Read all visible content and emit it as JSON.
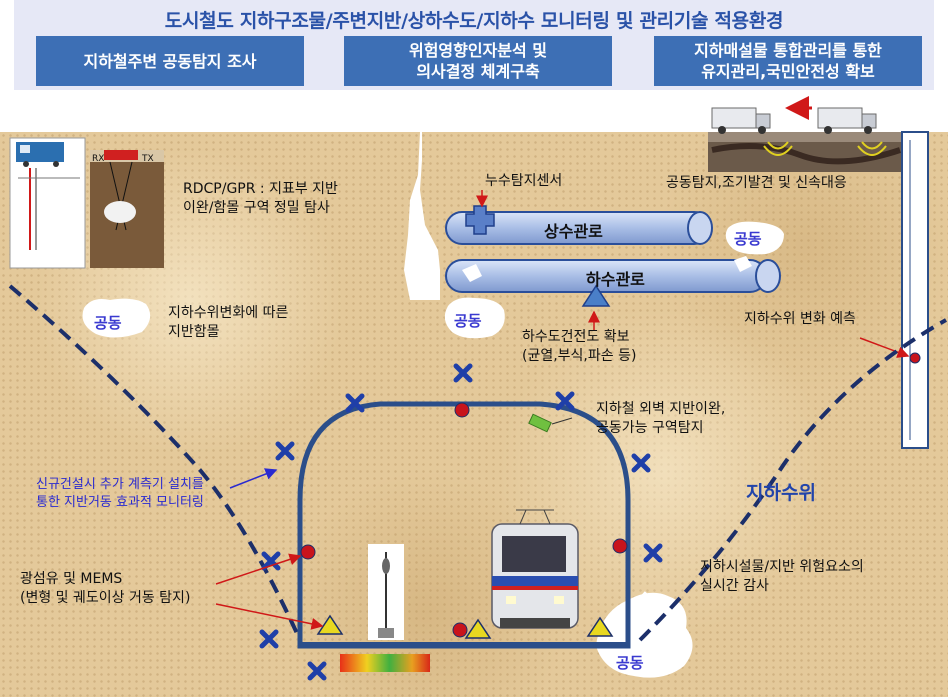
{
  "banner": {
    "title": "도시철도 지하구조물/주변지반/상하수도/지하수 모니터링 및 관리기술 적용환경",
    "boxes": [
      {
        "label": "지하철주변 공동탐지 조사"
      },
      {
        "label_line1": "위험영향인자분석 및",
        "label_line2": "의사결정 체계구축"
      },
      {
        "label_line1": "지하매설물 통합관리를 통한",
        "label_line2": "유지관리,국민안전성 확보"
      }
    ]
  },
  "annotations": {
    "rdcp_line1": "RDCP/GPR : 지표부 지반",
    "rdcp_line2": "이완/함몰 구역 정밀 탐사",
    "gpr_rx": "RX",
    "gpr_tx": "TX",
    "leak_sensor": "누수탐지센서",
    "cavity_detect": "공동탐지,조기발견 및 신속대응",
    "groundwater_sink_line1": "지하수위변화에 따른",
    "groundwater_sink_line2": "지반함몰",
    "sewer_health_line1": "하수도건전도 확보",
    "sewer_health_line2": "(균열,부식,파손 등)",
    "gw_predict": "지하수위 변화 예측",
    "subway_wall_line1": "지하철 외벽 지반이완,",
    "subway_wall_line2": "공동가능 구역탐지",
    "new_construction_line1": "신규건설시 추가 계측기 설치를",
    "new_construction_line2": "통한 지반거동 효과적 모니터링",
    "fiber_line1": "광섬유 및 MEMS",
    "fiber_line2": "(변형 및 궤도이상 거동 탐지)",
    "realtime_line1": "지하시설물/지반 위험요소의",
    "realtime_line2": "실시간 감사"
  },
  "pipes": {
    "water": "상수관로",
    "sewer": "하수관로"
  },
  "labels": {
    "cavity": "공동",
    "groundwater_level": "지하수위"
  },
  "colors": {
    "banner_bg": "#e6e8f6",
    "banner_title": "#2a52a8",
    "box_fill": "#3d6fb5",
    "ground": "#e4c99a",
    "pipe_fill": "#a9bee6",
    "pipe_stroke": "#2a4e9a",
    "tunnel": "#2b4e8a",
    "sensor_cross": "#1f3fa8",
    "sensor_dot": "#c8141c",
    "sensor_triangle": "#e8d820",
    "groundwater_line": "#1c2f6a"
  },
  "icons": {
    "truck": "truck-icon",
    "train": "subway-train-icon",
    "cross_sensor": "cross-sensor-icon",
    "dot_sensor": "dot-sensor-icon",
    "triangle_sensor": "triangle-sensor-icon"
  }
}
